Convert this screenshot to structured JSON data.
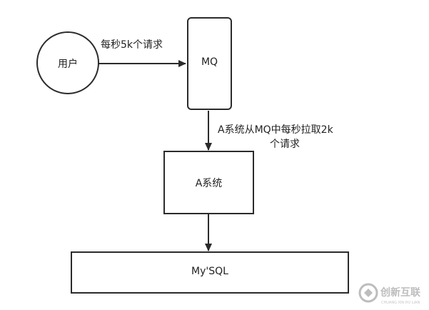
{
  "nodes": {
    "user": "用户",
    "mq": "MQ",
    "system_a": "A系统",
    "mysql": "My'SQL"
  },
  "edges": {
    "user_to_mq": "每秒5k个请求",
    "mq_to_a_line1": "A系统从MQ中每秒拉取2k",
    "mq_to_a_line2": "个请求"
  },
  "watermark": {
    "cn": "创新互联",
    "en": "CHUANG XIN HU LIAN"
  },
  "colors": {
    "stroke": "#2b2b2b",
    "watermark": "#bdbdbd"
  }
}
